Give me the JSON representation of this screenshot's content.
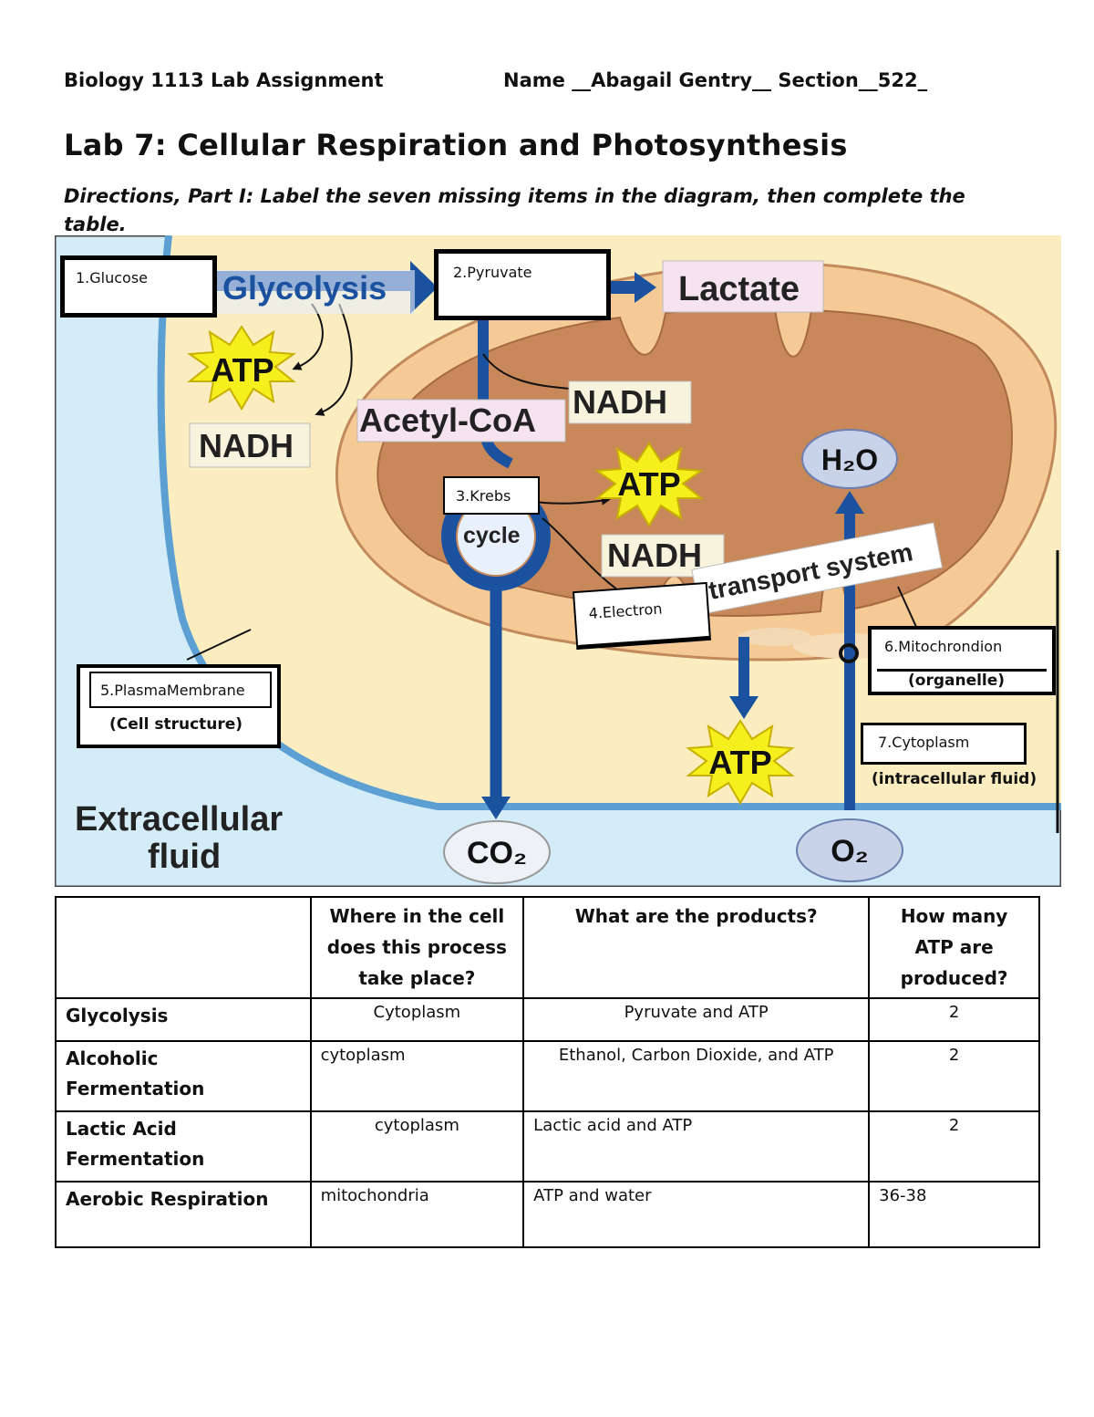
{
  "header": {
    "course": "Biology 1113 Lab Assignment",
    "name_line": "Name __Abagail Gentry__ Section__522_"
  },
  "title": "Lab 7: Cellular Respiration and Photosynthesis",
  "directions": "Directions, Part I:  Label the seven missing items in the diagram, then complete the table.",
  "diagram": {
    "printed_labels": {
      "glycolysis": "Glycolysis",
      "lactate": "Lactate",
      "atp": "ATP",
      "nadh": "NADH",
      "acetyl_coa": "Acetyl-CoA",
      "cycle": "cycle",
      "transport_system": "transport system",
      "h2o": "H₂O",
      "co2": "CO₂",
      "o2": "O₂",
      "extracellular": "Extracellular",
      "fluid": "fluid"
    },
    "answers": {
      "a1": "1.Glucose",
      "a2": "2.Pyruvate",
      "a3": "3.Krebs",
      "a4": "4.Electron",
      "a5": "5.PlasmaMembrane",
      "a5_sub": "(Cell structure)",
      "a6": "6.Mitochrondion",
      "a6_sub": "(organelle)",
      "a7": "7.Cytoplasm",
      "a7_sub": "(intracellular fluid)"
    },
    "colors": {
      "cytoplasm": "#fbedc0",
      "extracellular": "#d3ecf8",
      "mito_outer": "#f6ca95",
      "mito_inner": "#c9885a",
      "arrow": "#1a52a0",
      "atp_star": "#f6ef1e",
      "bubble": "#c8d3ea"
    }
  },
  "table": {
    "headers": [
      "",
      "Where in the cell does this process take place?",
      "What are the products?",
      "How many ATP are produced?"
    ],
    "rows": [
      {
        "process": "Glycolysis",
        "where": "Cytoplasm",
        "products": "Pyruvate and ATP",
        "atp": "2"
      },
      {
        "process": "Alcoholic Fermentation",
        "where": "cytoplasm",
        "products": "Ethanol, Carbon Dioxide, and ATP",
        "atp": "2"
      },
      {
        "process": "Lactic Acid Fermentation",
        "where": "cytoplasm",
        "products": "Lactic acid and ATP",
        "atp": "2"
      },
      {
        "process": "Aerobic Respiration",
        "where": "mitochondria",
        "products": "ATP and water",
        "atp": "36-38"
      }
    ]
  }
}
